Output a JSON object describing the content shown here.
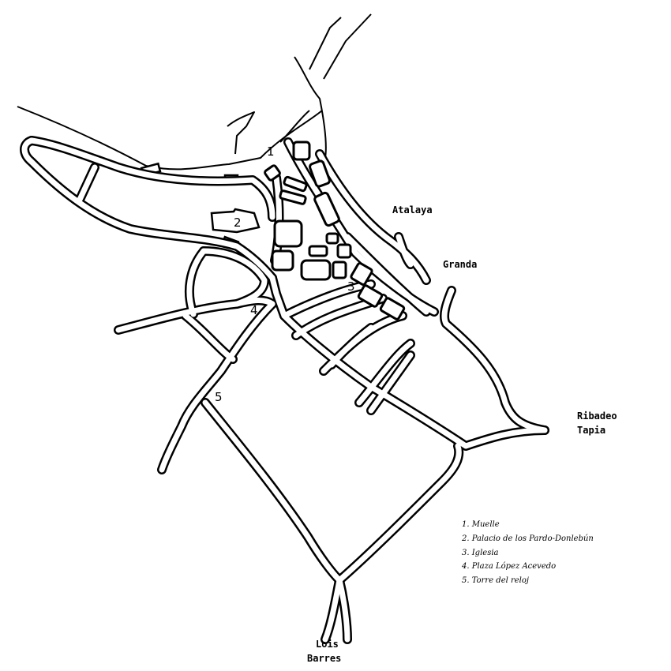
{
  "markers": [
    "1",
    "2",
    "3",
    "4",
    "5"
  ],
  "places": {
    "atalaya": "Atalaya",
    "granda": "Granda",
    "ribadeo": "Ribadeo",
    "tapia": "Tapia",
    "lois": "Lois",
    "barres": "Barres"
  },
  "legend": [
    "1. Muelle",
    "2. Palacio de los Pardo-Donlebún",
    "3. Iglesia",
    "4. Plaza López Acevedo",
    "5. Torre del reloj"
  ]
}
